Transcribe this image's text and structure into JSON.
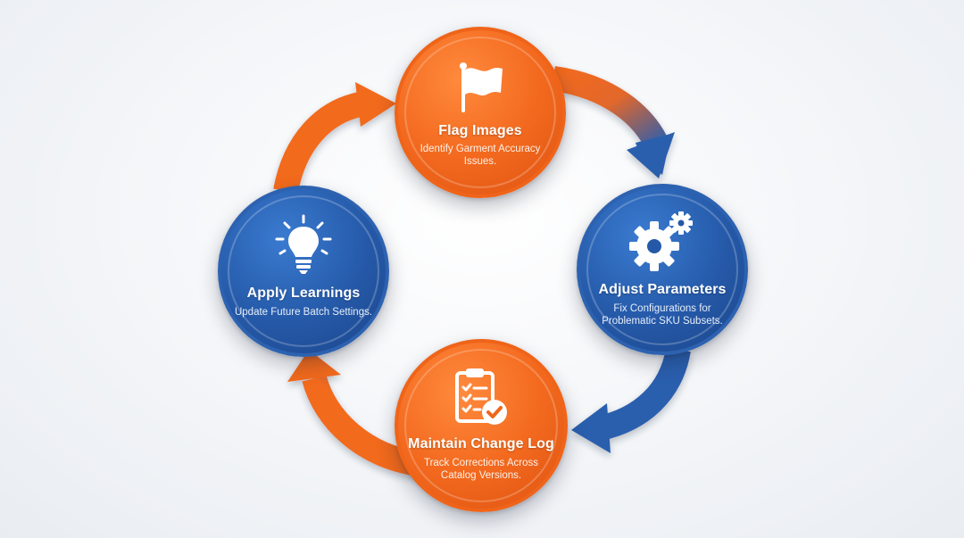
{
  "colors": {
    "orange": "#f36a1f",
    "blue": "#2559a8",
    "background": "#f3f5f8"
  },
  "cycle": [
    {
      "id": "flag",
      "icon": "flag-icon",
      "title": "Flag Images",
      "description": "Identify Garment Accuracy Issues."
    },
    {
      "id": "adjust",
      "icon": "gears-icon",
      "title": "Adjust Parameters",
      "description": "Fix Configurations for Problematic SKU Subsets."
    },
    {
      "id": "log",
      "icon": "clipboard-check-icon",
      "title": "Maintain Change Log",
      "description": "Track Corrections Across Catalog Versions."
    },
    {
      "id": "apply",
      "icon": "lightbulb-icon",
      "title": "Apply Learnings",
      "description": "Update Future Batch Settings."
    }
  ]
}
